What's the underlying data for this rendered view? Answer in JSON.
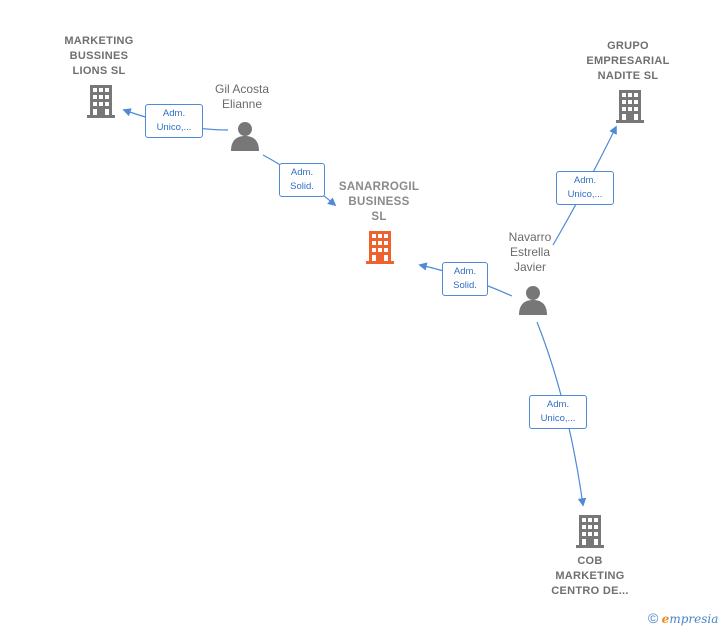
{
  "nodes": {
    "marketing_bussines": {
      "label": "MARKETING\nBUSSINES\nLIONS  SL",
      "kind": "company"
    },
    "grupo_empresarial": {
      "label": "GRUPO\nEMPRESARIAL\nNADITE  SL",
      "kind": "company"
    },
    "sanarrogil": {
      "label": "SANARROGIL\nBUSINESS\nSL",
      "kind": "company",
      "highlight": true
    },
    "cob_marketing": {
      "label": "COB\nMARKETING\nCENTRO DE...",
      "kind": "company"
    },
    "gil_acosta": {
      "label": "Gil Acosta\nElianne",
      "kind": "person"
    },
    "navarro_estrella": {
      "label": "Navarro\nEstrella\nJavier",
      "kind": "person"
    }
  },
  "edges": {
    "gil_to_marketing": {
      "line1": "Adm.",
      "line2": "Unico,..."
    },
    "gil_to_sanarrogil": {
      "line1": "Adm.",
      "line2": "Solid."
    },
    "navarro_to_grupo": {
      "line1": "Adm.",
      "line2": "Unico,..."
    },
    "navarro_to_sanarrogil": {
      "line1": "Adm.",
      "line2": "Solid."
    },
    "navarro_to_cob": {
      "line1": "Adm.",
      "line2": "Unico,..."
    }
  },
  "colors": {
    "company_icon": "#777777",
    "highlight_icon": "#f0622d",
    "person_icon": "#777777",
    "edge": "#4f8ad6"
  },
  "brand": {
    "copyright": "©",
    "first_letter": "e",
    "rest": "mpresia"
  }
}
